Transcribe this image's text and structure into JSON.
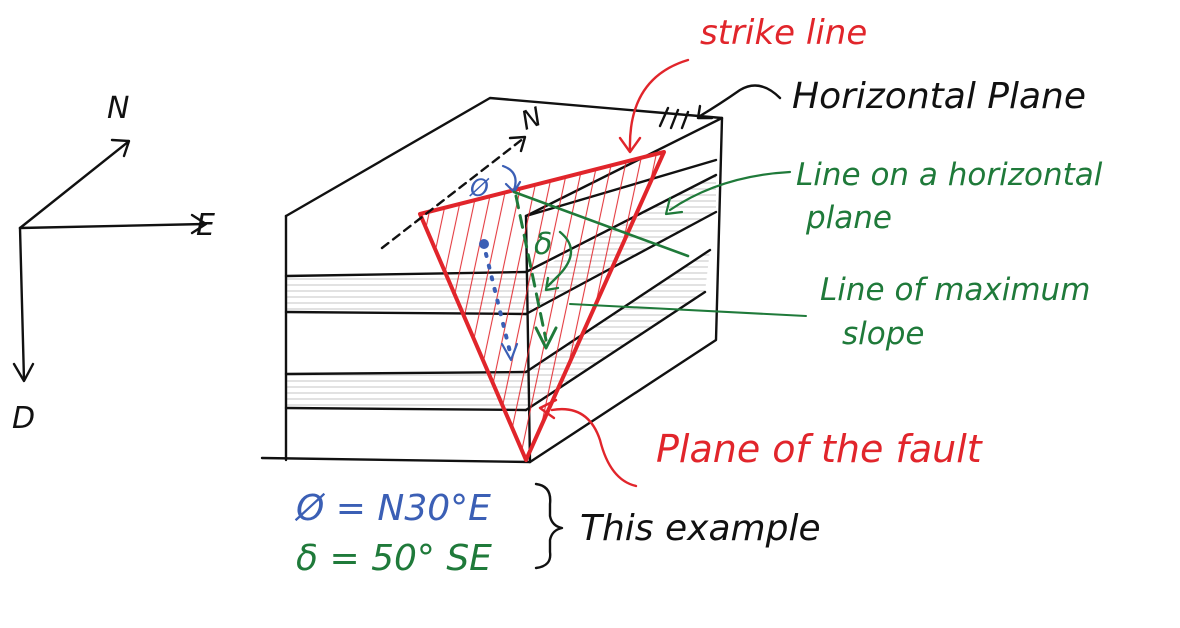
{
  "compass": {
    "north": "N",
    "east": "E",
    "down": "D"
  },
  "block": {
    "north_marker": "N"
  },
  "angles": {
    "strike_symbol": "Ø",
    "dip_symbol": "δ"
  },
  "labels": {
    "strike_line": "strike line",
    "horizontal_plane": "Horizontal Plane",
    "line_on_horizontal_1": "Line on a horizontal",
    "line_on_horizontal_2": "plane",
    "max_slope_1": "Line of maximum",
    "max_slope_2": "slope",
    "fault_plane": "Plane of the fault"
  },
  "example": {
    "strike": "Ø = N30°E",
    "dip": "δ = 50° SE",
    "caption": "This example"
  },
  "colors": {
    "black": "#111111",
    "red": "#e1252b",
    "green": "#1f7a3a",
    "blue": "#3b5fb5",
    "layer_gray": "#d9d9d9"
  }
}
